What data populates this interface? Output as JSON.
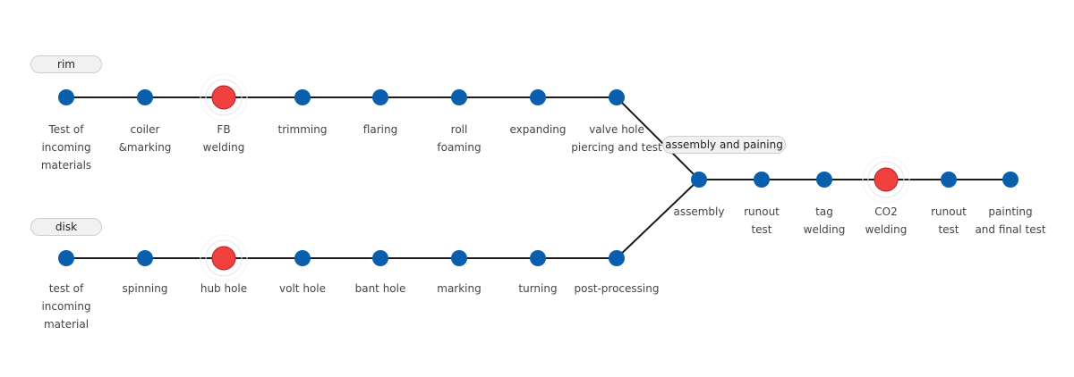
{
  "colors": {
    "line": "#1a1a1a",
    "node": "#0a5fad",
    "node_highlight": "#f0403f",
    "pill_bg": "#f1f1f1"
  },
  "sections": {
    "rim": "rim",
    "disk": "disk",
    "assembly": "assembly and paining"
  },
  "rim_steps": [
    {
      "label": "Test of\nincoming\nmaterials",
      "highlight": false
    },
    {
      "label": "coiler\n&marking",
      "highlight": false
    },
    {
      "label": "FB\nwelding",
      "highlight": true
    },
    {
      "label": "trimming",
      "highlight": false
    },
    {
      "label": "flaring",
      "highlight": false
    },
    {
      "label": "roll\nfoaming",
      "highlight": false
    },
    {
      "label": "expanding",
      "highlight": false
    },
    {
      "label": "valve hole\npiercing and test",
      "highlight": false
    }
  ],
  "disk_steps": [
    {
      "label": "test of\nincoming\nmaterial",
      "highlight": false
    },
    {
      "label": "spinning",
      "highlight": false
    },
    {
      "label": "hub hole",
      "highlight": true
    },
    {
      "label": "volt hole",
      "highlight": false
    },
    {
      "label": "bant hole",
      "highlight": false
    },
    {
      "label": "marking",
      "highlight": false
    },
    {
      "label": "turning",
      "highlight": false
    },
    {
      "label": "post-processing",
      "highlight": false
    }
  ],
  "assembly_steps": [
    {
      "label": "assembly",
      "highlight": false
    },
    {
      "label": "runout\ntest",
      "highlight": false
    },
    {
      "label": "tag\nwelding",
      "highlight": false
    },
    {
      "label": "CO2\nwelding",
      "highlight": true
    },
    {
      "label": "runout\ntest",
      "highlight": false
    },
    {
      "label": "painting\nand final test",
      "highlight": false
    }
  ]
}
